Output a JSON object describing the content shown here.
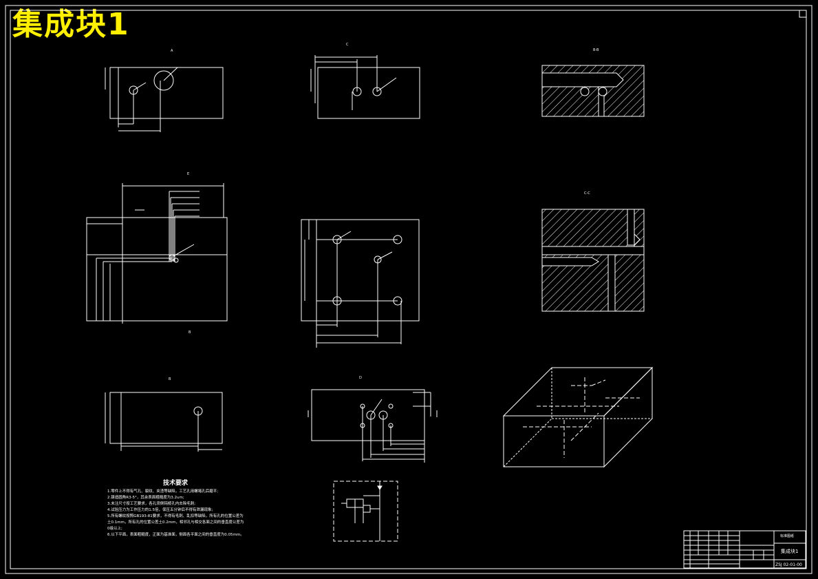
{
  "drawing": {
    "title": "集成块1",
    "colors": {
      "background": "#000000",
      "line": "#ffffff",
      "title": "#ffef00"
    },
    "views": {
      "a": "A",
      "c": "C",
      "b": "B",
      "d": "D",
      "e": "E",
      "section1": "B-B",
      "section2": "C-C"
    },
    "tech_title": "技术要求",
    "tech_lines": [
      "1.零件上不得有气孔、裂纹、夹渣等缺陷，工艺孔用螺堵孔后磨平;",
      "2.铸造圆角R3-5°，其余表面粗糙度为3.2um;",
      "3.未注尺寸按工艺要求，各孔须倒钝棱孔内去除毛刺;",
      "4.试验压力为工作压力的1.5倍，保压五分钟后不得有泄漏现象;",
      "5.所有螺纹按照GB193-81要求，不得有毛刺、乱扣等缺陷，所有孔的位置公差为",
      "  土0.1mm，所有孔的位置公差土0.2mm，相邻孔与相交各面之间的垂直度公差为",
      "  0级以上;",
      "6.以下平面，表面粗糙度，正面为基准面，侧面各平面之间的垂直度为0.05mm。"
    ],
    "title_block": {
      "name": "集成块1",
      "drawing_no": "ZSJ 02-01-00",
      "school": "标准图纸"
    }
  }
}
